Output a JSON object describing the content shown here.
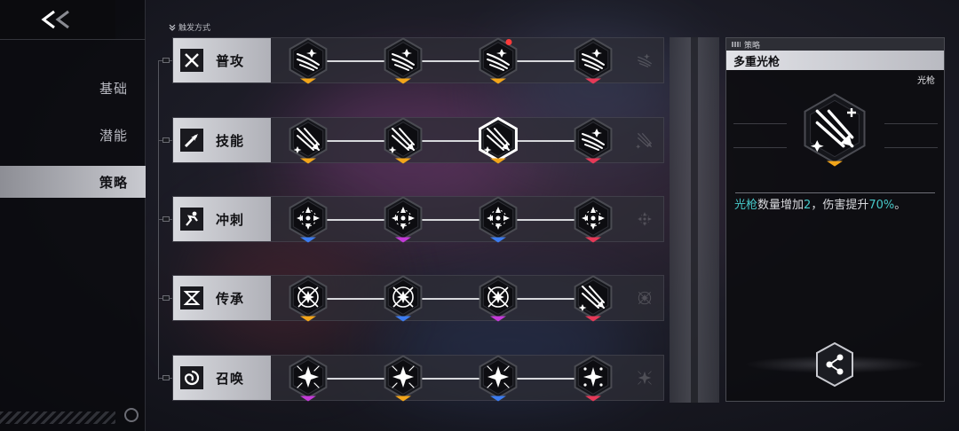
{
  "nav": {
    "back_label": "<<",
    "items": [
      {
        "label": "基础",
        "active": false
      },
      {
        "label": "潜能",
        "active": false
      },
      {
        "label": "策略",
        "active": true
      }
    ]
  },
  "trigger_section": {
    "title": "触发方式"
  },
  "rows": [
    {
      "category": "普攻",
      "icon": "crossed-swords-icon",
      "nodes": [
        {
          "icon": "claw-slash-icon",
          "rarity_color": "#f2a51a"
        },
        {
          "icon": "claw-slash-icon",
          "rarity_color": "#f2a51a"
        },
        {
          "icon": "claw-slash-icon",
          "rarity_color": "#f2a51a",
          "notify_dot": true
        },
        {
          "icon": "claw-slash-icon",
          "rarity_color": "#e63958"
        }
      ]
    },
    {
      "category": "技能",
      "icon": "arrow-burst-icon",
      "nodes": [
        {
          "icon": "lance-spread-icon",
          "rarity_color": "#f2a51a"
        },
        {
          "icon": "lance-spread-icon",
          "rarity_color": "#f2a51a"
        },
        {
          "icon": "lance-spread-icon",
          "rarity_color": "#f2a51a",
          "selected": true
        },
        {
          "icon": "claw-slash-icon",
          "rarity_color": "#e63958"
        }
      ]
    },
    {
      "category": "冲刺",
      "icon": "dash-runner-icon",
      "nodes": [
        {
          "icon": "cross-target-icon",
          "rarity_color": "#3c7cf0"
        },
        {
          "icon": "cross-target-icon",
          "rarity_color": "#c43ad8"
        },
        {
          "icon": "cross-target-icon",
          "rarity_color": "#3c7cf0"
        },
        {
          "icon": "cross-target-icon",
          "rarity_color": "#e63958"
        }
      ]
    },
    {
      "category": "传承",
      "icon": "hourglass-icon",
      "nodes": [
        {
          "icon": "compass-star-icon",
          "rarity_color": "#f2a51a"
        },
        {
          "icon": "compass-star-icon",
          "rarity_color": "#3c7cf0"
        },
        {
          "icon": "compass-star-icon",
          "rarity_color": "#c43ad8"
        },
        {
          "icon": "lance-spread-icon",
          "rarity_color": "#e63958"
        }
      ]
    },
    {
      "category": "召唤",
      "icon": "spiral-summon-icon",
      "nodes": [
        {
          "icon": "sparkle-burst-icon",
          "rarity_color": "#c43ad8"
        },
        {
          "icon": "sparkle-burst-icon",
          "rarity_color": "#f2a51a"
        },
        {
          "icon": "sparkle-burst-icon",
          "rarity_color": "#3c7cf0"
        },
        {
          "icon": "sparkle-cross-icon",
          "rarity_color": "#e63958"
        }
      ]
    }
  ],
  "detail": {
    "header": "策略",
    "title": "多重光枪",
    "tag": "光枪",
    "icon": "lance-spread-icon",
    "rarity_color": "#f2a51a",
    "desc_parts": {
      "p1": "光枪",
      "p2": "数量增加",
      "p3": "2",
      "p4": "，伤害提升",
      "p5": "70%",
      "p6": "。"
    },
    "share_icon": "share-icon"
  }
}
